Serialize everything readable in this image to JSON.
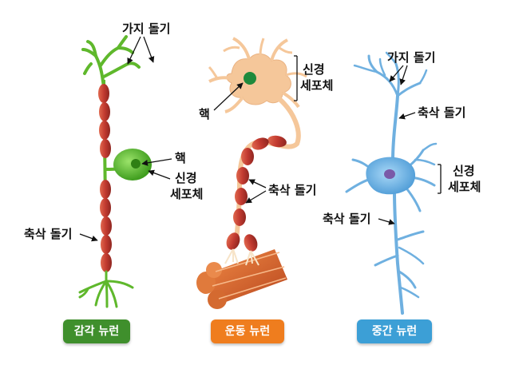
{
  "sensory": {
    "dendrite_label": "가지 돌기",
    "nucleus_label": "핵",
    "cell_body_label_1": "신경",
    "cell_body_label_2": "세포체",
    "axon_label": "축삭 돌기",
    "button": "감각 뉴런"
  },
  "motor": {
    "cell_body_label_1": "신경",
    "cell_body_label_2": "세포체",
    "nucleus_label": "핵",
    "axon_label": "축삭 돌기",
    "button": "운동 뉴런"
  },
  "inter": {
    "dendrite_label": "가지 돌기",
    "axon_label_top": "축삭 돌기",
    "cell_body_label_1": "신경",
    "cell_body_label_2": "세포체",
    "axon_label_bottom": "축삭 돌기",
    "button": "중간 뉴런"
  },
  "colors": {
    "sensory_neuron": "#5fb82c",
    "motor_cell_body": "#f5c79a",
    "inter_neuron": "#6fb0e0",
    "myelin": "#c8413a",
    "muscle": "#d9662e",
    "sensory_button": "#3f8f2c",
    "motor_button": "#ef7d1e",
    "inter_button": "#3c9fd6"
  }
}
